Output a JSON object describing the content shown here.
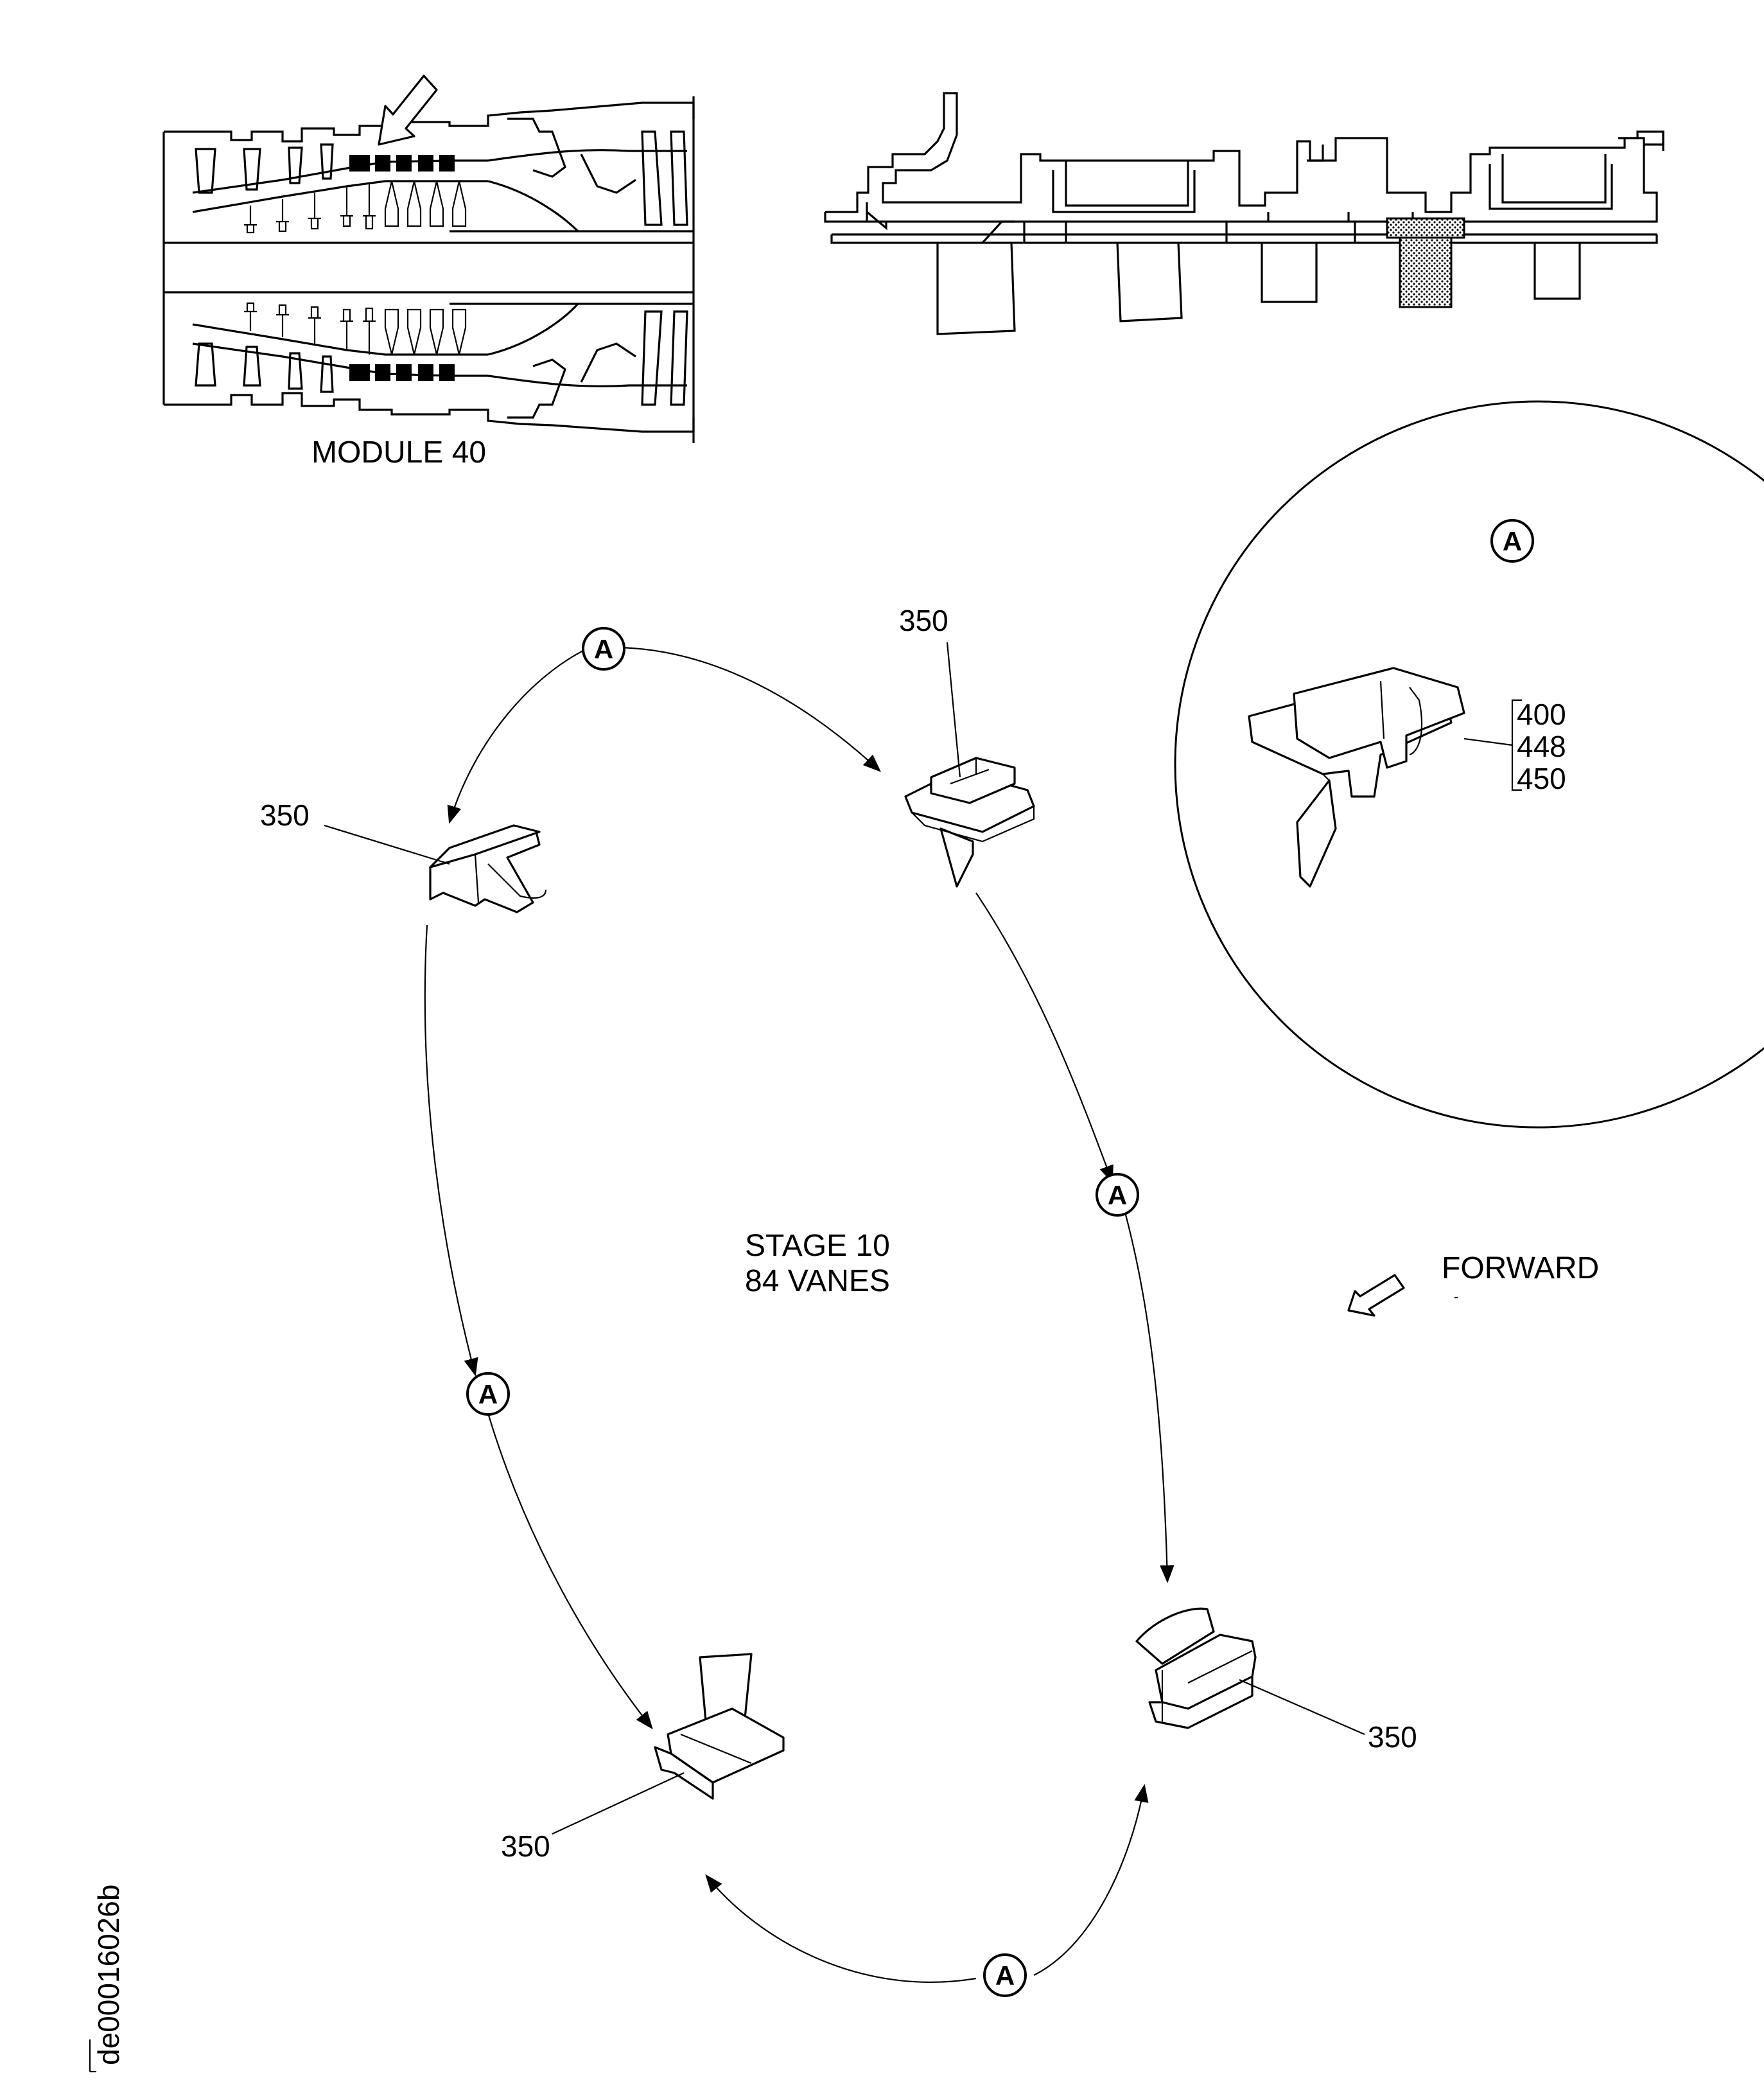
{
  "module_caption": "MODULE 40",
  "stage_caption": {
    "line1": "STAGE 10",
    "line2": "84 VANES"
  },
  "forward_label": "FORWARD",
  "detail_marker": "A",
  "item_callout": "350",
  "detail_items": [
    "400",
    "448",
    "450"
  ],
  "figure_id": "de00016026b",
  "icons": {
    "module_locator_arrow": "arrow-down-left-icon",
    "forward_arrow": "arrow-down-left-icon"
  }
}
